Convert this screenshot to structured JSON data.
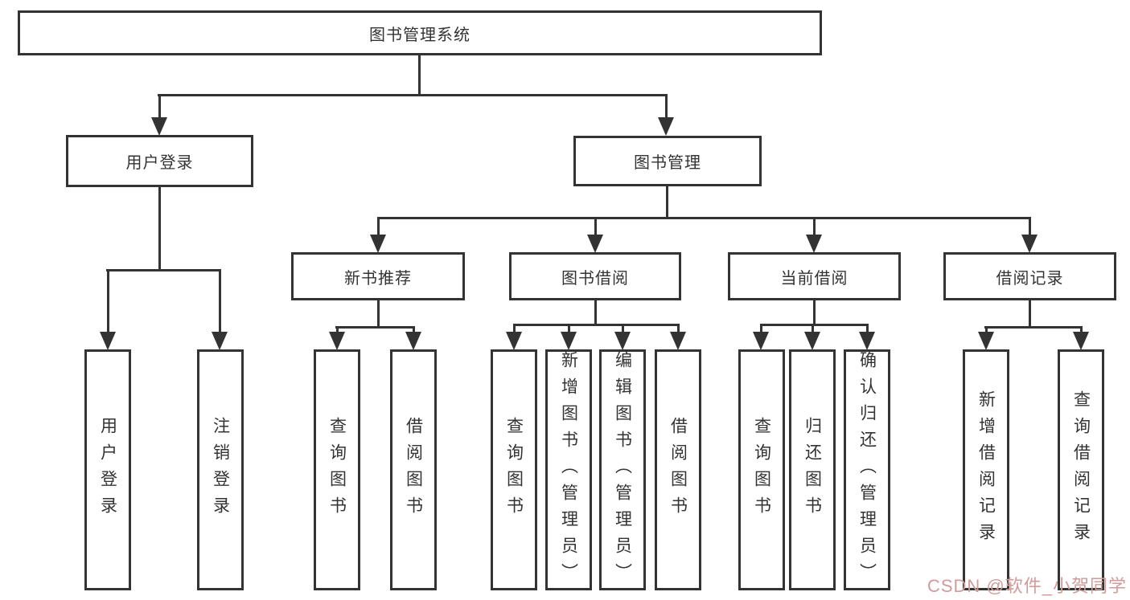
{
  "diagram": {
    "root": {
      "label": "图书管理系统"
    },
    "branches": [
      {
        "label": "用户登录",
        "children": [
          {
            "label": "用户登录"
          },
          {
            "label": "注销登录"
          }
        ]
      },
      {
        "label": "图书管理",
        "children": [
          {
            "label": "新书推荐",
            "children": [
              {
                "label": "查询图书"
              },
              {
                "label": "借阅图书"
              }
            ]
          },
          {
            "label": "图书借阅",
            "children": [
              {
                "label": "查询图书"
              },
              {
                "label": "新增图书（管理员）"
              },
              {
                "label": "编辑图书（管理员）"
              },
              {
                "label": "借阅图书"
              }
            ]
          },
          {
            "label": "当前借阅",
            "children": [
              {
                "label": "查询图书"
              },
              {
                "label": "归还图书"
              },
              {
                "label": "确认归还（管理员）"
              }
            ]
          },
          {
            "label": "借阅记录",
            "children": [
              {
                "label": "新增借阅记录"
              },
              {
                "label": "查询借阅记录"
              }
            ]
          }
        ]
      }
    ]
  },
  "watermark": {
    "text": "CSDN @软件_小贺同学"
  },
  "colors": {
    "line": "#333333",
    "text": "#333333",
    "background": "#ffffff",
    "watermark": "#d39a9a"
  }
}
